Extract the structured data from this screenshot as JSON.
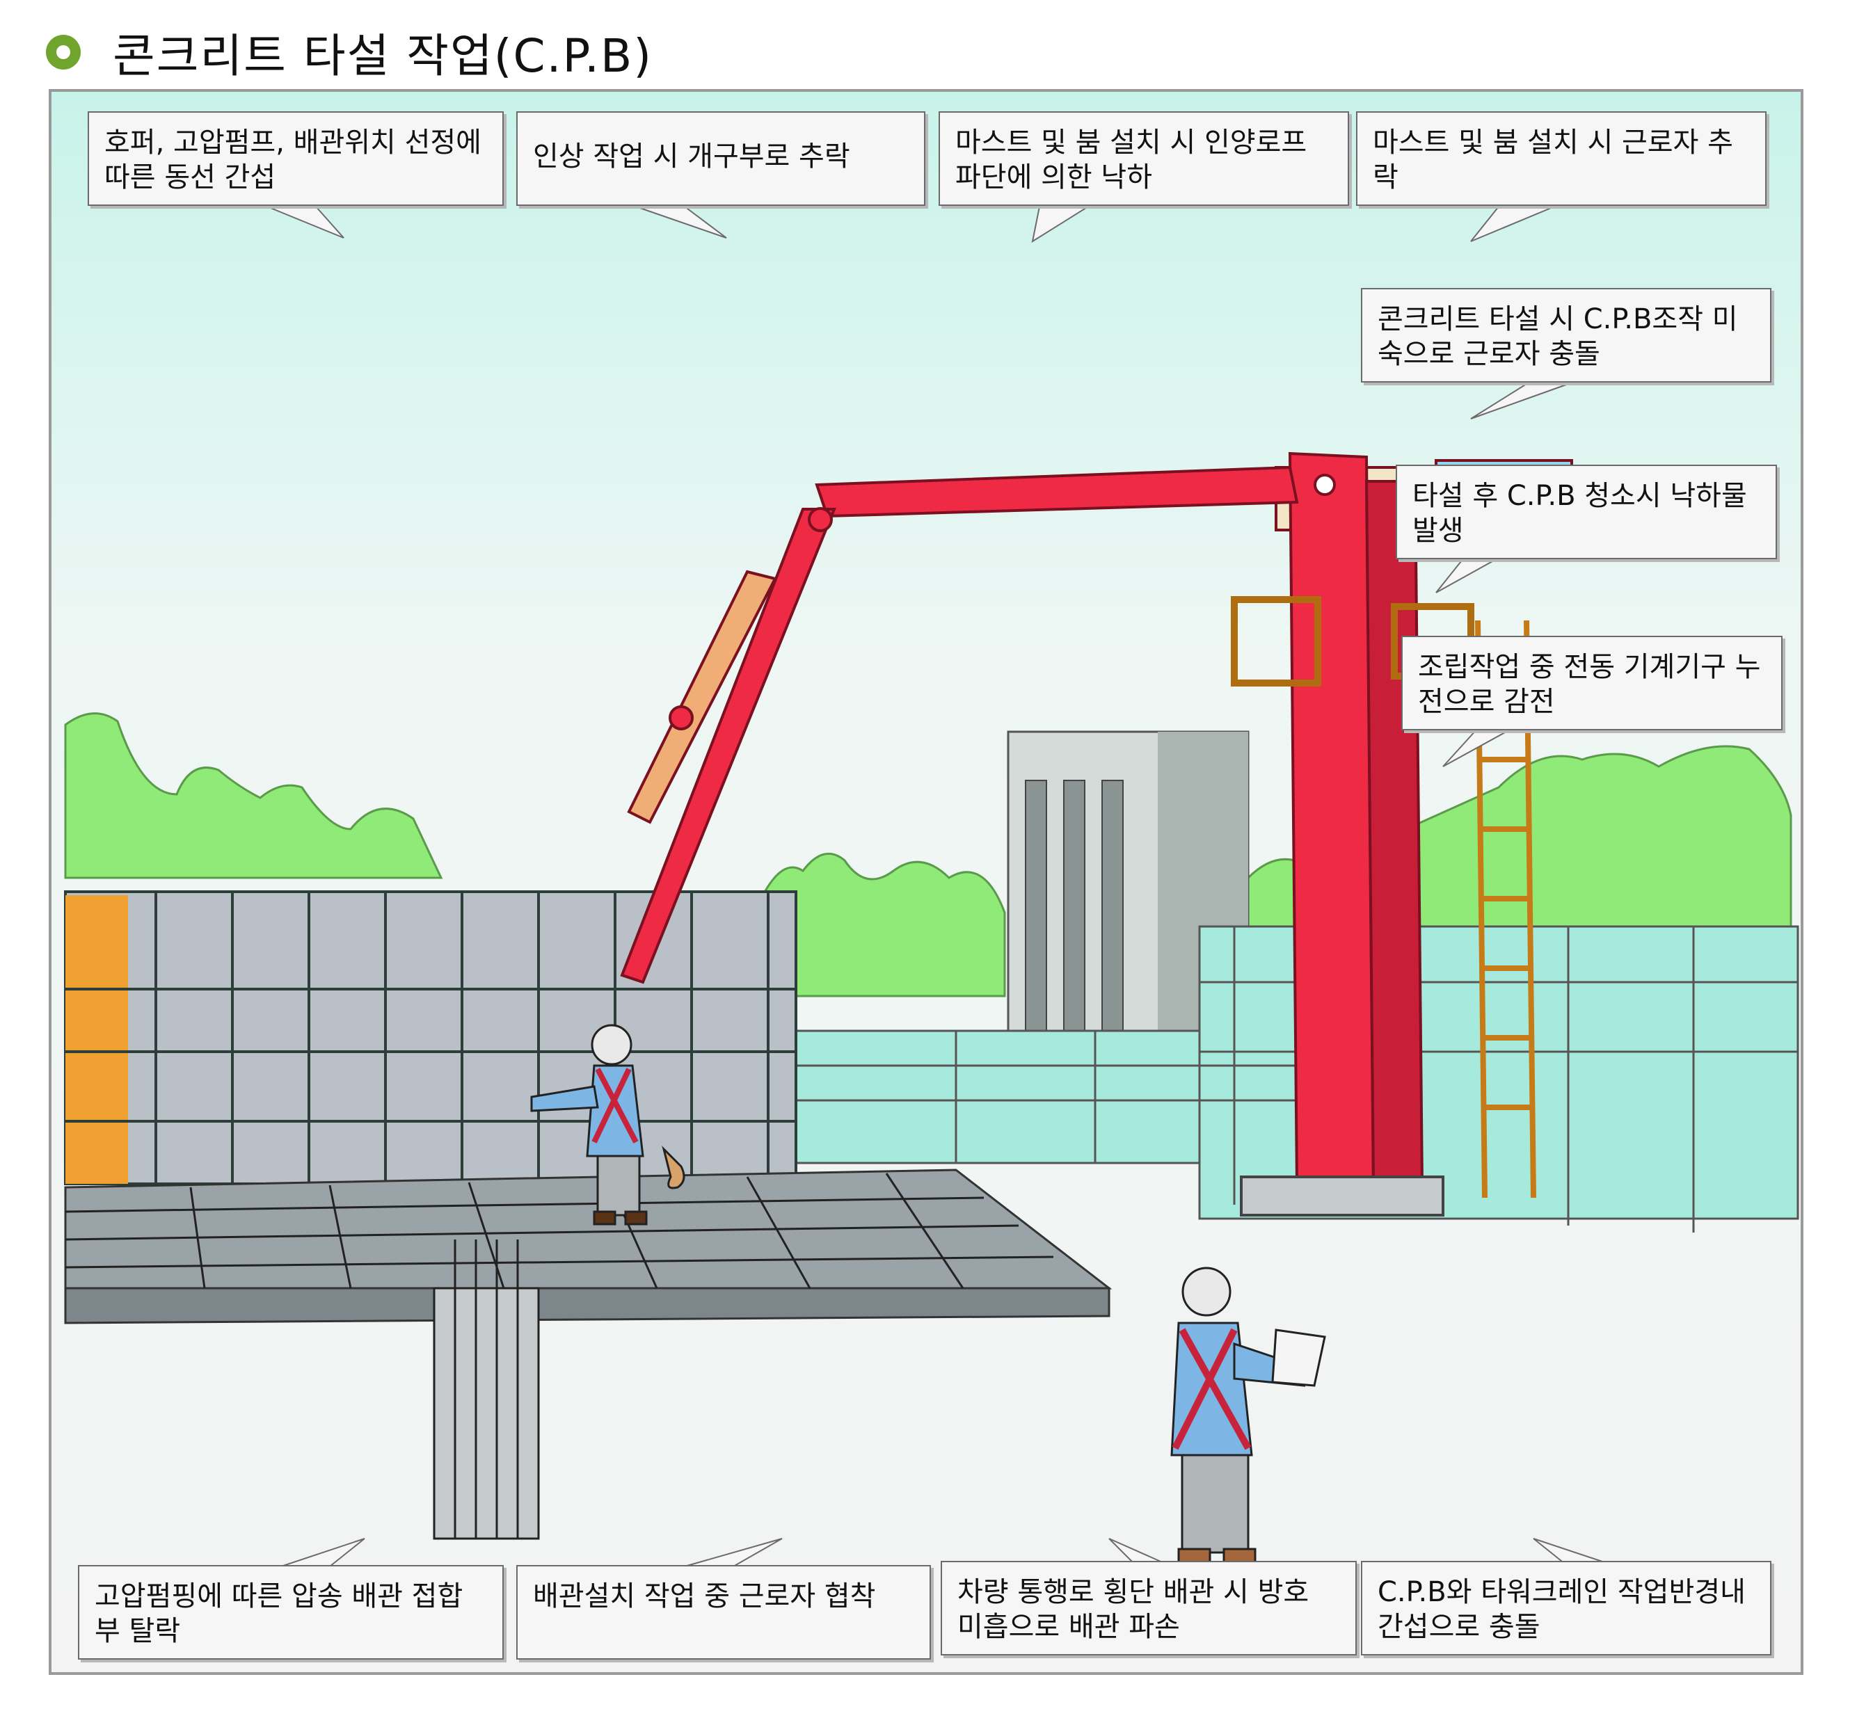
{
  "page": {
    "title": "콘크리트 타설 작업(C.P.B)"
  },
  "colors": {
    "bullet": "#6fa52c",
    "boom": "#e8243c",
    "sky": "#c8f3ea",
    "trees": "#8fea78",
    "fence": "#a6eadd",
    "ladder": "#f0a030",
    "shirt": "#7db6e4",
    "harness": "#c7233a"
  },
  "callouts": {
    "top": [
      {
        "id": "hopper",
        "text": "호퍼, 고압펌프, 배관위치 선정에 따른 동선 간섭"
      },
      {
        "id": "lift-opening",
        "text": "인상 작업 시 개구부로 추락"
      },
      {
        "id": "rope-break",
        "text": "마스트 및 붐 설치 시 인양로프 파단에 의한 낙하"
      },
      {
        "id": "worker-fall",
        "text": "마스트 및 붐 설치 시 근로자 추락"
      }
    ],
    "right": [
      {
        "id": "operation-collision",
        "text": "콘크리트 타설 시 C.P.B조작 미숙으로 근로자 충돌"
      },
      {
        "id": "cleaning-drop",
        "text": "타설 후 C.P.B 청소시 낙하물 발생"
      },
      {
        "id": "electric-shock",
        "text": "조립작업 중 전동 기계기구 누전으로 감전"
      }
    ],
    "bottom": [
      {
        "id": "pipe-joint",
        "text": "고압펌핑에 따른 압송 배관 접합부 탈락"
      },
      {
        "id": "pipe-pinch",
        "text": "배관설치 작업 중 근로자 협착"
      },
      {
        "id": "pipe-damage",
        "text": "차량 통행로 횡단 배관 시 방호 미흡으로 배관 파손"
      },
      {
        "id": "crane-collision",
        "text": "C.P.B와 타워크레인 작업반경내 간섭으로 충돌"
      }
    ]
  }
}
